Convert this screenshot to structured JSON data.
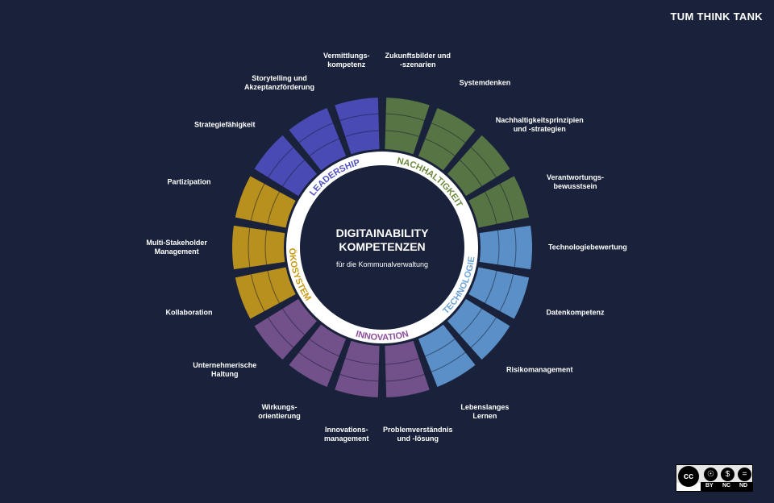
{
  "brand": "TUM THINK TANK",
  "center": {
    "title": "DIGITAINABILITY\nKOMPETENZEN",
    "subtitle": "für die Kommunalverwaltung"
  },
  "colors": {
    "background": "#19223a",
    "ring": "#ffffff",
    "Nachhaltigkeit": "#577544",
    "Technologie": "#5a8fc8",
    "Innovation": "#72508a",
    "Ökosystem": "#b8901d",
    "Leadership": "#4a4ab5"
  },
  "categories": [
    {
      "name": "NACHHALTIGKEIT",
      "color": "#6b8a3e"
    },
    {
      "name": "TECHNOLOGIE",
      "color": "#6ea3d8"
    },
    {
      "name": "INNOVATION",
      "color": "#8c4f9a"
    },
    {
      "name": "ÖKOSYSTEM",
      "color": "#c99a10"
    },
    {
      "name": "LEADERSHIP",
      "color": "#5151c0"
    }
  ],
  "segments": [
    {
      "label": "Zukunftsbilder und\n-szenarien",
      "category": "Nachhaltigkeit"
    },
    {
      "label": "Systemdenken",
      "category": "Nachhaltigkeit"
    },
    {
      "label": "Nachhaltigkeitsprinzipien\nund -strategien",
      "category": "Nachhaltigkeit"
    },
    {
      "label": "Verantwortungs-\nbewusstsein",
      "category": "Nachhaltigkeit"
    },
    {
      "label": "Technologiebewertung",
      "category": "Technologie"
    },
    {
      "label": "Datenkompetenz",
      "category": "Technologie"
    },
    {
      "label": "Risikomanagement",
      "category": "Technologie"
    },
    {
      "label": "Lebenslanges\nLernen",
      "category": "Technologie"
    },
    {
      "label": "Problemverständnis\nund -lösung",
      "category": "Innovation"
    },
    {
      "label": "Innovations-\nmanagement",
      "category": "Innovation"
    },
    {
      "label": "Wirkungs-\norientierung",
      "category": "Innovation"
    },
    {
      "label": "Unternehmerische\nHaltung",
      "category": "Innovation"
    },
    {
      "label": "Kollaboration",
      "category": "Ökosystem"
    },
    {
      "label": "Multi-Stakeholder\nManagement",
      "category": "Ökosystem"
    },
    {
      "label": "Partizipation",
      "category": "Ökosystem"
    },
    {
      "label": "Strategiefähigkeit",
      "category": "Leadership"
    },
    {
      "label": "Storytelling und\nAkzeptanzförderung",
      "category": "Leadership"
    },
    {
      "label": "Vermittlungs-\nkompetenz",
      "category": "Leadership"
    }
  ],
  "license": {
    "badge": "cc",
    "terms": [
      "BY",
      "NC",
      "ND"
    ]
  }
}
